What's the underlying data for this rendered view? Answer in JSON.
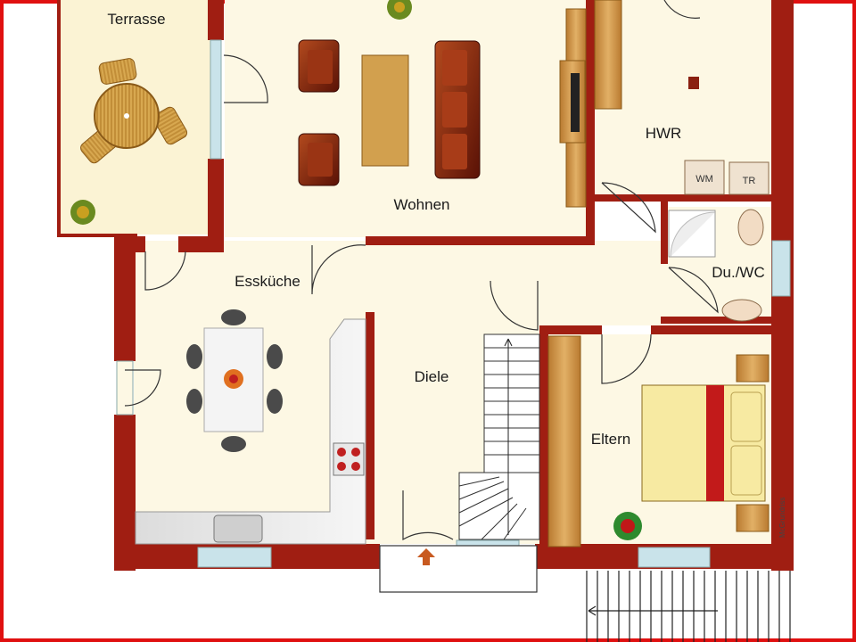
{
  "colors": {
    "frame": "#e01010",
    "wall": "#a01e12",
    "floor": "#fdf8e4",
    "terrace_floor": "#fbf3d4",
    "window": "#c9e3ea",
    "furniture_brown": "#7a1a0c",
    "wood": "#d29a4a",
    "bed_yellow": "#f7eaa2",
    "bed_red": "#c21a1a"
  },
  "rooms": {
    "terrasse": "Terrasse",
    "wohnen": "Wohnen",
    "hwr": "HWR",
    "du_wc": "Du./WC",
    "esskueche": "Essküche",
    "diele": "Diele",
    "eltern": "Eltern"
  },
  "appliances": {
    "washing_machine": "WM",
    "dryer": "TR"
  },
  "credit": "McGrundriss",
  "icons": {
    "entrance": "arrow-up-icon",
    "plant": "plant-icon",
    "stove": "stove-icon",
    "sink": "sink-icon"
  }
}
